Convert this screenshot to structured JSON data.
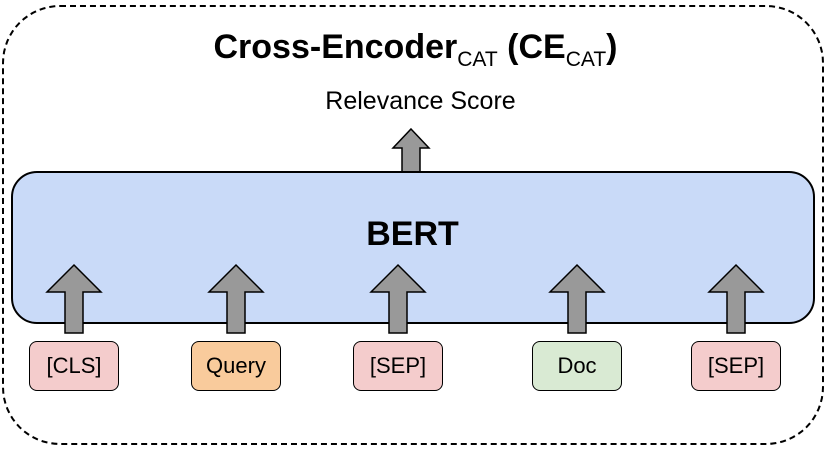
{
  "title": {
    "main": "Cross-Encoder",
    "main_sub": "CAT",
    "paren_open": "(CE",
    "paren_sub": "CAT",
    "paren_close": ")"
  },
  "output_label": "Relevance Score",
  "model_label": "BERT",
  "tokens": [
    {
      "label": "[CLS]",
      "color": "#f4cccc"
    },
    {
      "label": "Query",
      "color": "#f9cb9c"
    },
    {
      "label": "[SEP]",
      "color": "#f4cccc"
    },
    {
      "label": "Doc",
      "color": "#d9ead3"
    },
    {
      "label": "[SEP]",
      "color": "#f4cccc"
    }
  ],
  "colors": {
    "bert_fill": "#c9daf8",
    "arrow_fill": "#999999"
  }
}
